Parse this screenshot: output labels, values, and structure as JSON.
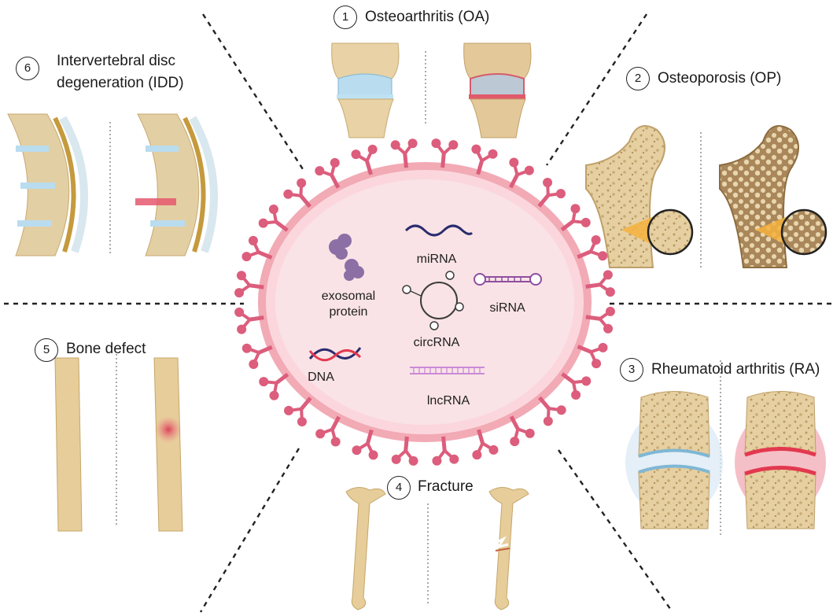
{
  "diseases": [
    {
      "num": "1",
      "label": "Osteoarthritis (OA)"
    },
    {
      "num": "2",
      "label": "Osteoporosis (OP)"
    },
    {
      "num": "3",
      "label": "Rheumatoid arthritis (RA)"
    },
    {
      "num": "4",
      "label": "Fracture"
    },
    {
      "num": "5",
      "label": "Bone defect"
    },
    {
      "num": "6",
      "label_line1": "Intervertebral disc",
      "label_line2": "degeneration  (IDD)"
    }
  ],
  "cargo": {
    "mirna": "miRNA",
    "exosomal_protein_line1": "exosomal",
    "exosomal_protein_line2": "protein",
    "sirna": "siRNA",
    "circrna": "circRNA",
    "dna": "DNA",
    "lncrna": "lncRNA"
  },
  "colors": {
    "vesicle_fill": "#f9e3e6",
    "vesicle_ring": "#f2aab5",
    "receptor": "#dc5d7c",
    "bone": "#e9d3a8",
    "bone_dark": "#c9aa72",
    "cartilage": "#b9dcef",
    "inflammation": "#e2394f",
    "protein": "#8b6fa5",
    "rna": "#2b2c6e",
    "sirna": "#8e4fa0",
    "lncrna": "#c98ad7"
  }
}
